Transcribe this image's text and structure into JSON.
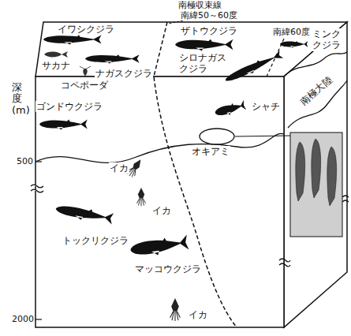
{
  "diagram": {
    "nodes": [
      {
        "text": [
          "オキアミ"
        ]
      }
    ],
    "labels": [
      "南極収束線",
      "南緯50～60度",
      "南緯60度",
      "イワシクジラ",
      "ザトウクジラ",
      "ミンク クジラ",
      "ナガスクジラ",
      "シロナガス クジラ",
      "シャチ",
      "サカナ",
      "コペポーダ",
      "南極大陸",
      "ゴンドウクジラ",
      "深度(m)",
      "500",
      "イカ",
      "イカ",
      "トックリクジラ",
      "マッコウクジラ",
      "2000",
      "イカ"
    ]
  }
}
